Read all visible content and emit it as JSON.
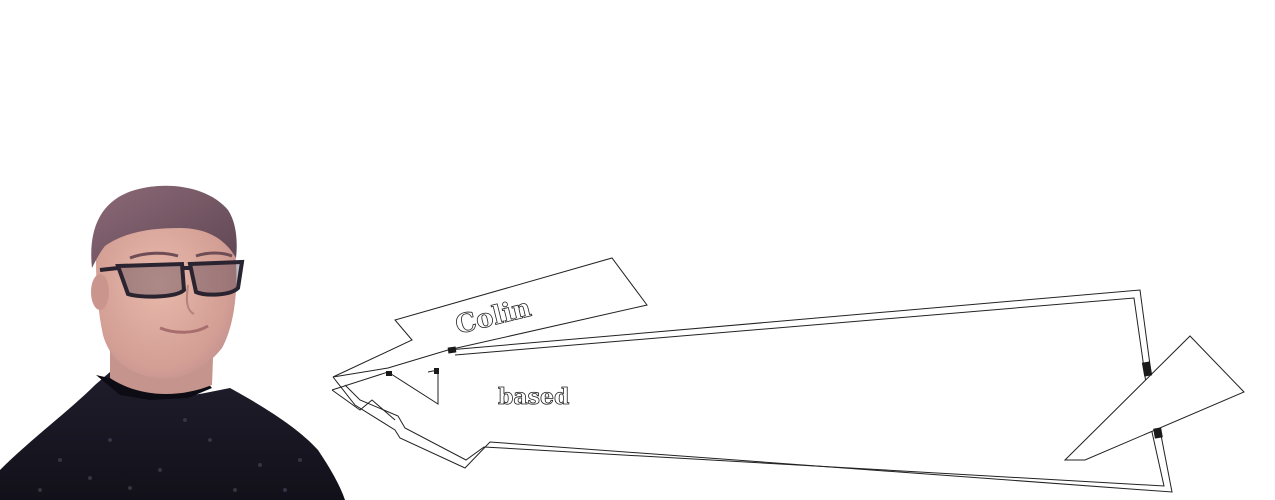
{
  "banner": {
    "name_text": "Colin",
    "tagline_text": "based"
  },
  "colors": {
    "background": "#ffffff",
    "outline": "#222222",
    "shirt": "#16151f",
    "skin": "#dcaa9e",
    "hair": "#7a5a66",
    "glasses": "#2a2330"
  },
  "icons": {
    "portrait": "person-portrait-cutout",
    "banner": "paper-airplane-speech-banner"
  }
}
